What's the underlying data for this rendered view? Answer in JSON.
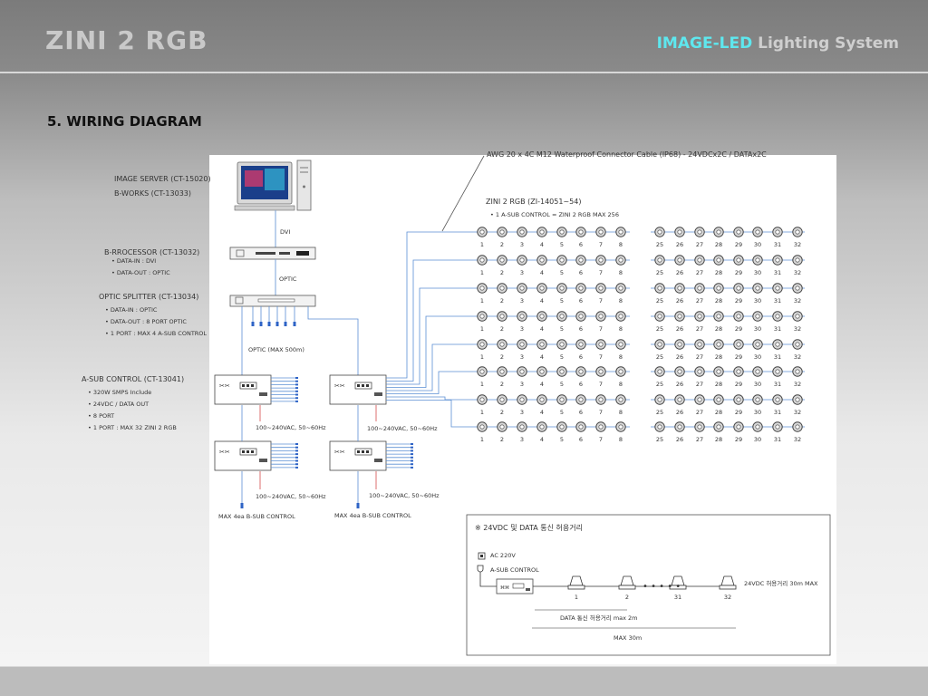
{
  "header": {
    "title": "ZINI 2 RGB",
    "brand_accent": "IMAGE-LED",
    "brand_rest": "Lighting System",
    "accent_color": "#5ee7ee"
  },
  "section_title": "5. WIRING DIAGRAM",
  "diagram": {
    "cable_note": "AWG 20 x 4C M12 Waterproof Connector Cable (IP68) - 24VDCx2C / DATAx2C",
    "server": {
      "label1": "IMAGE SERVER (CT-15020)",
      "label2": "B-WORKS (CT-13033)"
    },
    "dvi": "DVI",
    "processor": {
      "label": "B-RROCESSOR (CT-13032)",
      "spec1": "• DATA-IN : DVI",
      "spec2": "• DATA-OUT : OPTIC"
    },
    "optic": "OPTIC",
    "splitter": {
      "label": "OPTIC SPLITTER (CT-13034)",
      "spec1": "• DATA-IN : OPTIC",
      "spec2": "• DATA-OUT : 8 PORT OPTIC",
      "spec3": "• 1 PORT : MAX 4 A-SUB CONTROL"
    },
    "optic_max": "OPTIC (MAX 500m)",
    "asub": {
      "label": "A-SUB CONTROL (CT-13041)",
      "spec1": "• 320W SMPS Include",
      "spec2": "• 24VDC / DATA OUT",
      "spec3": "•  8 PORT",
      "spec4": "• 1 PORT : MAX 32  ZINI 2 RGB"
    },
    "power1": "100~240VAC, 50~60Hz",
    "power2": "100~240VAC, 50~60Hz",
    "power3": "100~240VAC, 50~60Hz",
    "power4": "100~240VAC, 50~60Hz",
    "max_control_left": "MAX 4ea B-SUB CONTROL",
    "max_control_right": "MAX 4ea B-SUB CONTROL",
    "zini": {
      "label": "ZINI 2 RGB (ZI-14051~54)",
      "spec": "• 1 A-SUB CONTROL = ZINI 2 RGB MAX 256"
    },
    "node_numbers": [
      "1",
      "2",
      "3",
      "4",
      "5",
      "6",
      "7",
      "8",
      "25",
      "26",
      "27",
      "28",
      "29",
      "30",
      "31",
      "32"
    ],
    "inset": {
      "title": "※ 24VDC 및 DATA 통신 허용거리",
      "ac": "AC 220V",
      "asub": "A-SUB CONTROL",
      "nodes": [
        "1",
        "2",
        "31",
        "32"
      ],
      "distance_24vdc": "24VDC 허용거리 30m MAX",
      "data_distance": "DATA 통신 허용거리 max 2m",
      "max30": "MAX 30m"
    }
  }
}
